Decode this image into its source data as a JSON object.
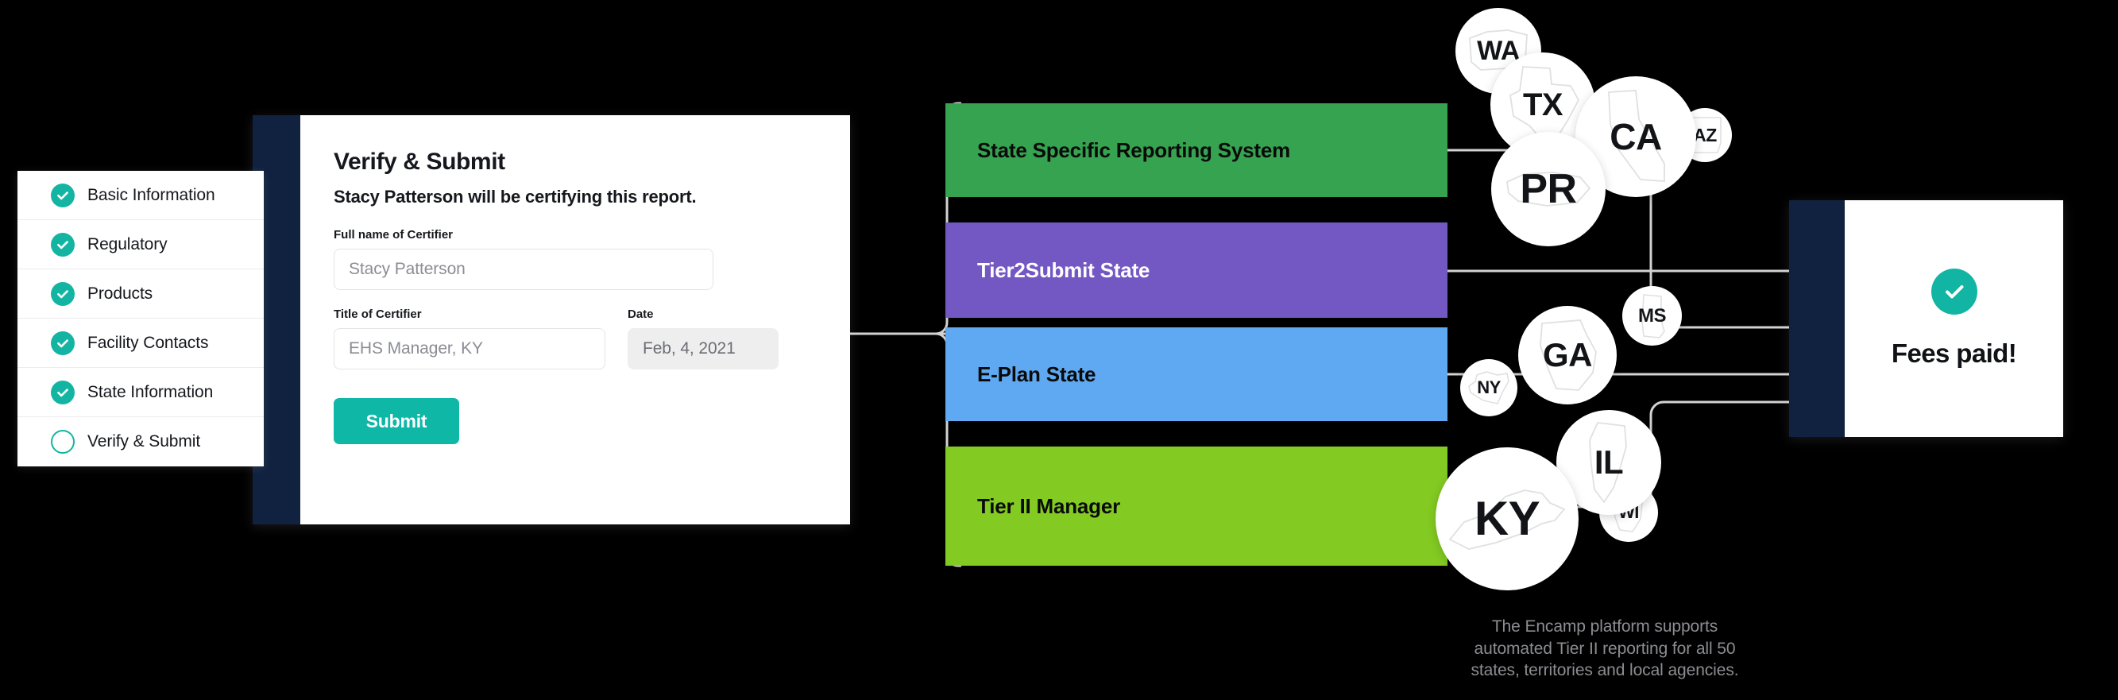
{
  "checklist": {
    "items": [
      {
        "label": "Basic Information",
        "state": "complete"
      },
      {
        "label": "Regulatory",
        "state": "complete"
      },
      {
        "label": "Products",
        "state": "complete"
      },
      {
        "label": "Facility Contacts",
        "state": "complete"
      },
      {
        "label": "State Information",
        "state": "complete"
      },
      {
        "label": "Verify & Submit",
        "state": "current"
      }
    ]
  },
  "form": {
    "title": "Verify & Submit",
    "subtitle": "Stacy Patterson will be certifying this report.",
    "fields": {
      "full_name": {
        "label": "Full name of Certifier",
        "value": "Stacy Patterson"
      },
      "title": {
        "label": "Title of Certifier",
        "value": "EHS Manager, KY"
      },
      "date": {
        "label": "Date",
        "value": "Feb, 4, 2021"
      }
    },
    "submit_label": "Submit"
  },
  "systems": [
    {
      "label": "State Specific Reporting System",
      "color": "#36a350",
      "text_color": "#0a0a0a"
    },
    {
      "label": "Tier2Submit State",
      "color": "#7358c4",
      "text_color": "#ffffff"
    },
    {
      "label": "E-Plan State",
      "color": "#5ea9f2",
      "text_color": "#0a0a0a"
    },
    {
      "label": "Tier II Manager",
      "color": "#83cb22",
      "text_color": "#0a0a0a"
    }
  ],
  "states": [
    {
      "code": "WA"
    },
    {
      "code": "TX"
    },
    {
      "code": "AZ"
    },
    {
      "code": "CA"
    },
    {
      "code": "PR"
    },
    {
      "code": "MS"
    },
    {
      "code": "GA"
    },
    {
      "code": "NY"
    },
    {
      "code": "IL"
    },
    {
      "code": "KY"
    },
    {
      "code": "WI"
    }
  ],
  "fees": {
    "text": "Fees paid!",
    "icon": "check-circle-icon",
    "accent": "#12b5a3"
  },
  "caption": {
    "line1": "The Encamp platform supports",
    "line2": "automated Tier II reporting for all 50",
    "line3": "states, territories and local agencies."
  },
  "colors": {
    "background": "#000000",
    "navy": "#10223f",
    "teal": "#13b5a2",
    "connector": "#d2d2d2"
  }
}
